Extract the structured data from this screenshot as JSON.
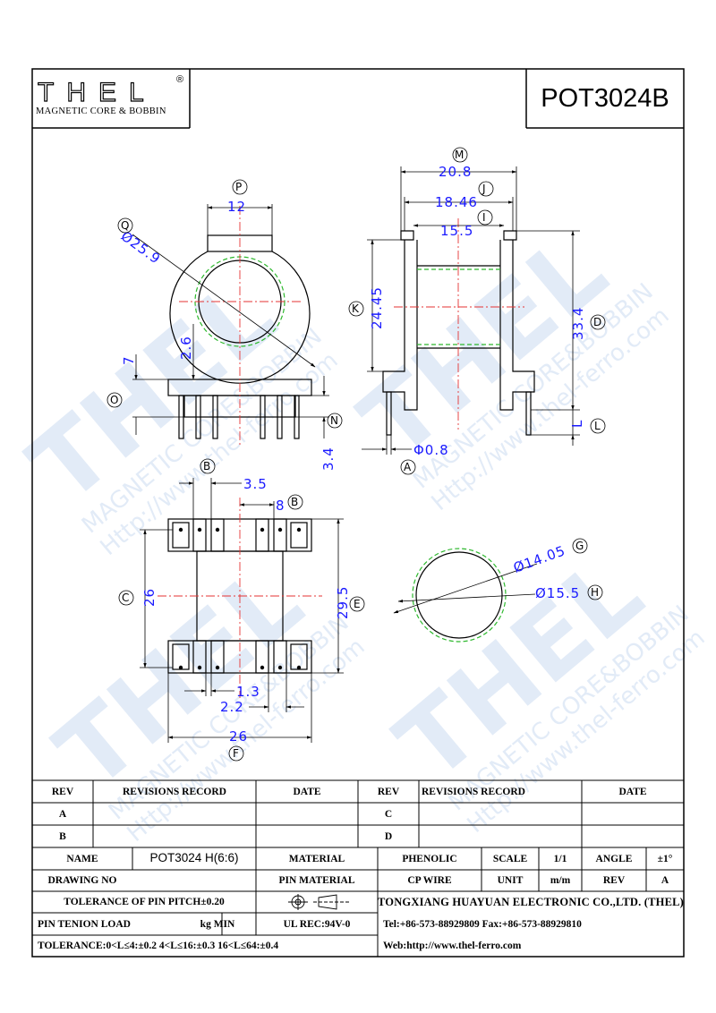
{
  "header": {
    "brand": "THEL",
    "brand_reg": "®",
    "subtitle": "MAGNETIC CORE & BOBBIN",
    "part_number": "POT3024B"
  },
  "watermark": {
    "brand": "THEL",
    "line1": "MAGNETIC CORE&BOBBIN",
    "line2": "Http://www.thel-ferro.com"
  },
  "dimensions": {
    "front_view": [
      {
        "tag": "P",
        "value": "12"
      },
      {
        "tag": "Q",
        "value": "Ø25.9"
      },
      {
        "tag": "",
        "value": "2.6"
      },
      {
        "tag": "O",
        "value": "7"
      },
      {
        "tag": "N",
        "value": "3.4"
      }
    ],
    "side_view": [
      {
        "tag": "M",
        "value": "20.8"
      },
      {
        "tag": "J",
        "value": "18.46"
      },
      {
        "tag": "I",
        "value": "15.5"
      },
      {
        "tag": "K",
        "value": "24.45"
      },
      {
        "tag": "D",
        "value": "33.4"
      },
      {
        "tag": "L",
        "value": "L"
      },
      {
        "tag": "A",
        "value": "Φ0.8"
      }
    ],
    "bottom_view": [
      {
        "tag": "B",
        "value": "3.5"
      },
      {
        "tag": "B",
        "value": "8"
      },
      {
        "tag": "C",
        "value": "26"
      },
      {
        "tag": "E",
        "value": "29.5"
      },
      {
        "tag": "",
        "value": "1.3"
      },
      {
        "tag": "",
        "value": "2.2"
      },
      {
        "tag": "F",
        "value": "26"
      }
    ],
    "circle_view": [
      {
        "tag": "G",
        "value": "Ø14.05"
      },
      {
        "tag": "H",
        "value": "Ø15.5"
      }
    ]
  },
  "title_block": {
    "rev_header": "REV",
    "revisions_header": "REVISIONS RECORD",
    "date_header": "DATE",
    "rev_rows": [
      "A",
      "B"
    ],
    "rev_rows_right": [
      "C",
      "D"
    ],
    "name_label": "NAME",
    "name_value": "POT3024 H(6:6)",
    "material_label": "MATERIAL",
    "material_value": "PHENOLIC",
    "scale_label": "SCALE",
    "scale_value": "1/1",
    "angle_label": "ANGLE",
    "angle_value": "±1°",
    "drawing_no_label": "DRAWING NO",
    "pin_material_label": "PIN MATERIAL",
    "pin_material_value": "CP WIRE",
    "unit_label": "UNIT",
    "unit_value": "m/m",
    "rev_label": "REV",
    "rev_value": "A",
    "tolerance_pitch": "TOLERANCE OF PIN PITCH±0.20",
    "company": "TONGXIANG HUAYUAN ELECTRONIC CO.,LTD.  (THEL)",
    "pin_tension_label": "PIN TENION LOAD",
    "pin_tension_unit": "kg MIN",
    "ul_rec": "UL REC:94V-0",
    "tel": "Tel:+86-573-88929809 Fax:+86-573-88929810",
    "tolerance": "TOLERANCE:0<L≤4:±0.2  4<L≤16:±0.3  16<L≤64:±0.4",
    "web": "Web:http://www.thel-ferro.com"
  }
}
